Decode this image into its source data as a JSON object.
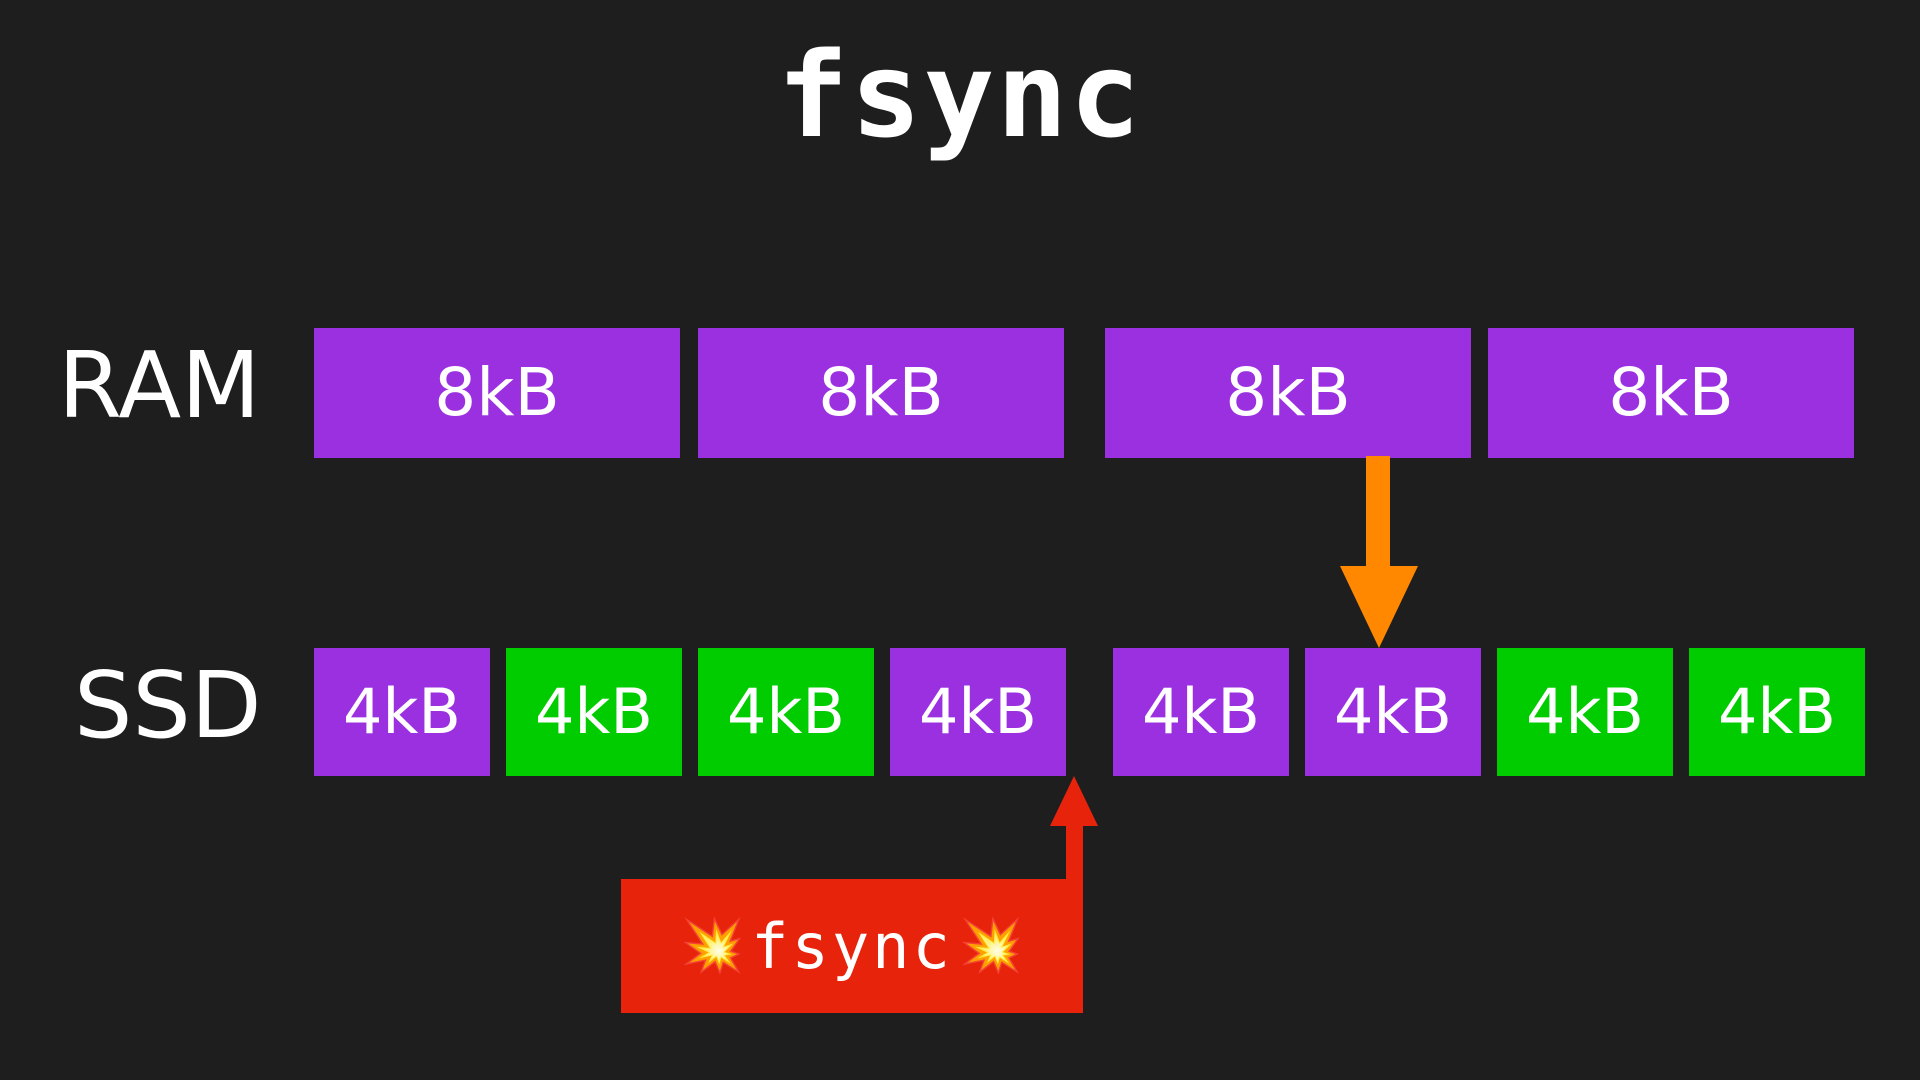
{
  "page": {
    "title": "fsync",
    "background_color": "#1e1e1e",
    "type": "storage-write-path-diagram"
  },
  "colors": {
    "background": "#1e1e1e",
    "ram_block": "#9b30e0",
    "ssd_block_dirty": "#9b30e0",
    "ssd_block_clean": "#00cc00",
    "flush_arrow": "#ff8800",
    "fsync_accent": "#e8230c",
    "text": "#ffffff"
  },
  "rows": {
    "ram": {
      "label": "RAM",
      "groups": [
        {
          "blocks": [
            {
              "label": "8kB",
              "color": "purple"
            },
            {
              "label": "8kB",
              "color": "purple"
            }
          ]
        },
        {
          "blocks": [
            {
              "label": "8kB",
              "color": "purple"
            },
            {
              "label": "8kB",
              "color": "purple"
            }
          ]
        }
      ]
    },
    "ssd": {
      "label": "SSD",
      "groups": [
        {
          "blocks": [
            {
              "label": "4kB",
              "color": "purple"
            },
            {
              "label": "4kB",
              "color": "green"
            },
            {
              "label": "4kB",
              "color": "green"
            },
            {
              "label": "4kB",
              "color": "purple"
            }
          ]
        },
        {
          "blocks": [
            {
              "label": "4kB",
              "color": "purple"
            },
            {
              "label": "4kB",
              "color": "purple"
            },
            {
              "label": "4kB",
              "color": "green"
            },
            {
              "label": "4kB",
              "color": "green"
            }
          ]
        }
      ]
    }
  },
  "annotations": {
    "flush_arrow": {
      "icon": "down-arrow-icon",
      "color": "#ff8800"
    },
    "fsync_callout": {
      "icon": "up-arrow-icon",
      "label": "fsync",
      "boom_left": "💥",
      "boom_right": "💥",
      "color": "#e8230c"
    }
  }
}
